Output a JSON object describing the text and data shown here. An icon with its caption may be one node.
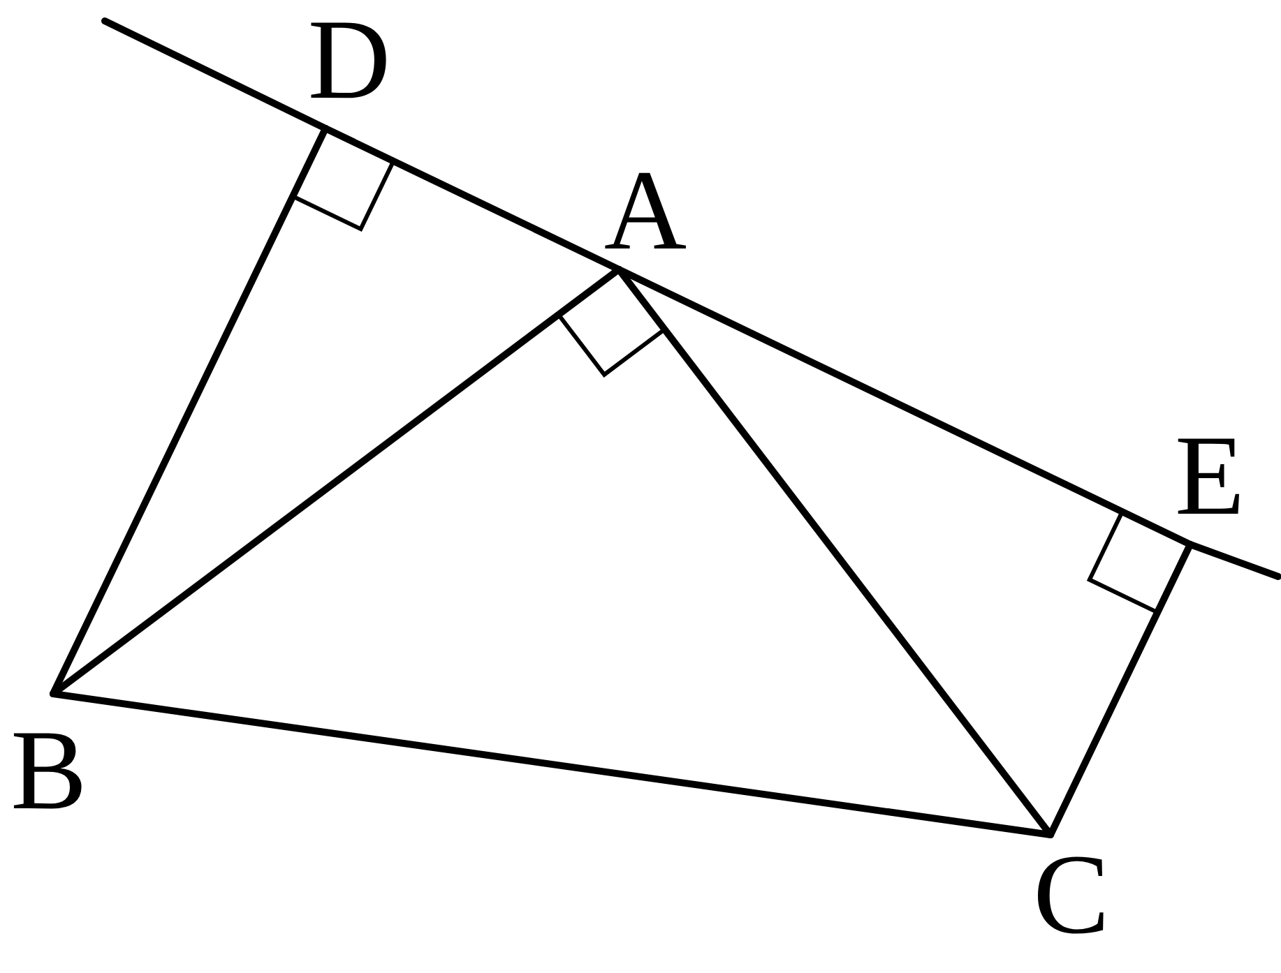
{
  "diagram": {
    "nodes": [
      {
        "text": [
          "D"
        ]
      },
      {
        "text": [
          "A"
        ]
      },
      {
        "text": [
          "E"
        ]
      },
      {
        "text": [
          "B"
        ]
      },
      {
        "text": [
          "C"
        ]
      }
    ],
    "edges": [
      {
        "from": null,
        "to": 0,
        "arrow": "none"
      },
      {
        "from": 0,
        "to": 1,
        "arrow": "none"
      },
      {
        "from": 1,
        "to": 2,
        "arrow": "none"
      },
      {
        "from": 2,
        "to": null,
        "arrow": "none"
      },
      {
        "from": 3,
        "to": 0,
        "arrow": "none"
      },
      {
        "from": 3,
        "to": 1,
        "arrow": "none"
      },
      {
        "from": 1,
        "to": 4,
        "arrow": "none"
      },
      {
        "from": 3,
        "to": 4,
        "arrow": "none"
      },
      {
        "from": 2,
        "to": 4,
        "arrow": "none"
      }
    ]
  }
}
